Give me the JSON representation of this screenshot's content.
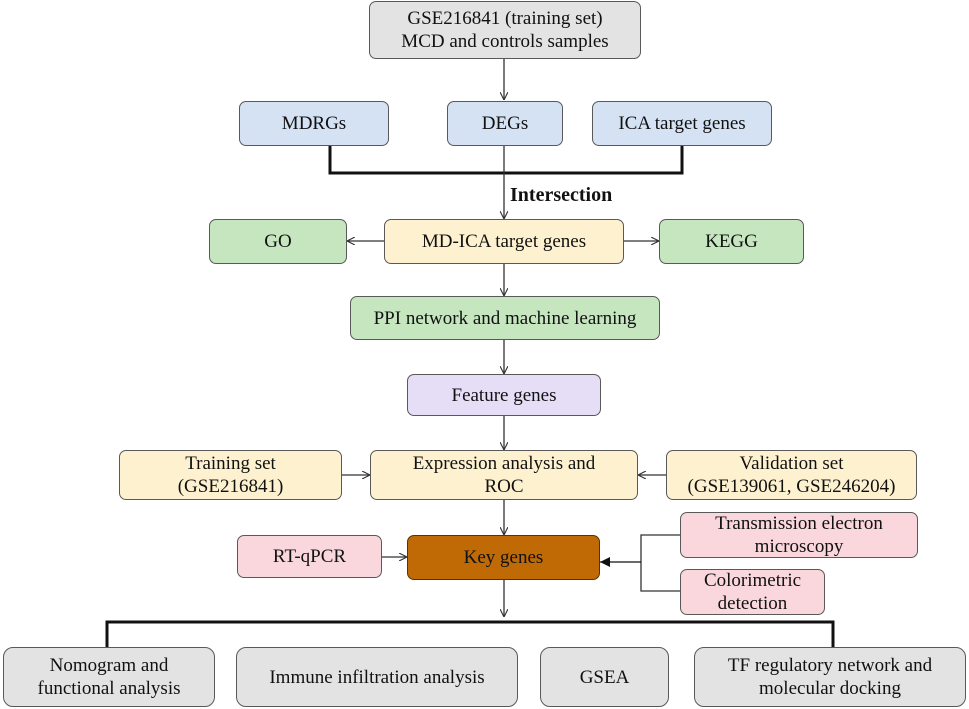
{
  "nodes": {
    "training_set_source": "GSE216841 (training set)\nMCD and controls samples",
    "mdrgs": "MDRGs",
    "degs": "DEGs",
    "ica_target_genes": "ICA target genes",
    "intersection": "Intersection",
    "go": "GO",
    "md_ica_target_genes": "MD-ICA target genes",
    "kegg": "KEGG",
    "ppi_ml": "PPI network and machine learning",
    "feature_genes": "Feature genes",
    "training_set": "Training set\n(GSE216841)",
    "expression_roc": "Expression analysis and\nROC",
    "validation_set": "Validation set\n(GSE139061, GSE246204)",
    "rt_qpcr": "RT-qPCR",
    "key_genes": "Key genes",
    "tem": "Transmission electron\nmicroscopy",
    "colorimetric": "Colorimetric\ndetection",
    "nomogram": "Nomogram and\nfunctional analysis",
    "immune": "Immune infiltration analysis",
    "gsea": "GSEA",
    "tf_network": "TF regulatory network and\nmolecular docking"
  },
  "colors": {
    "grey": "#e3e3e3",
    "blue": "#d4e2f3",
    "yellow": "#fdf1cf",
    "green": "#c5e6be",
    "purple": "#e6def6",
    "pink": "#fad7dc",
    "brown": "#bf6a05",
    "line": "#333333"
  }
}
